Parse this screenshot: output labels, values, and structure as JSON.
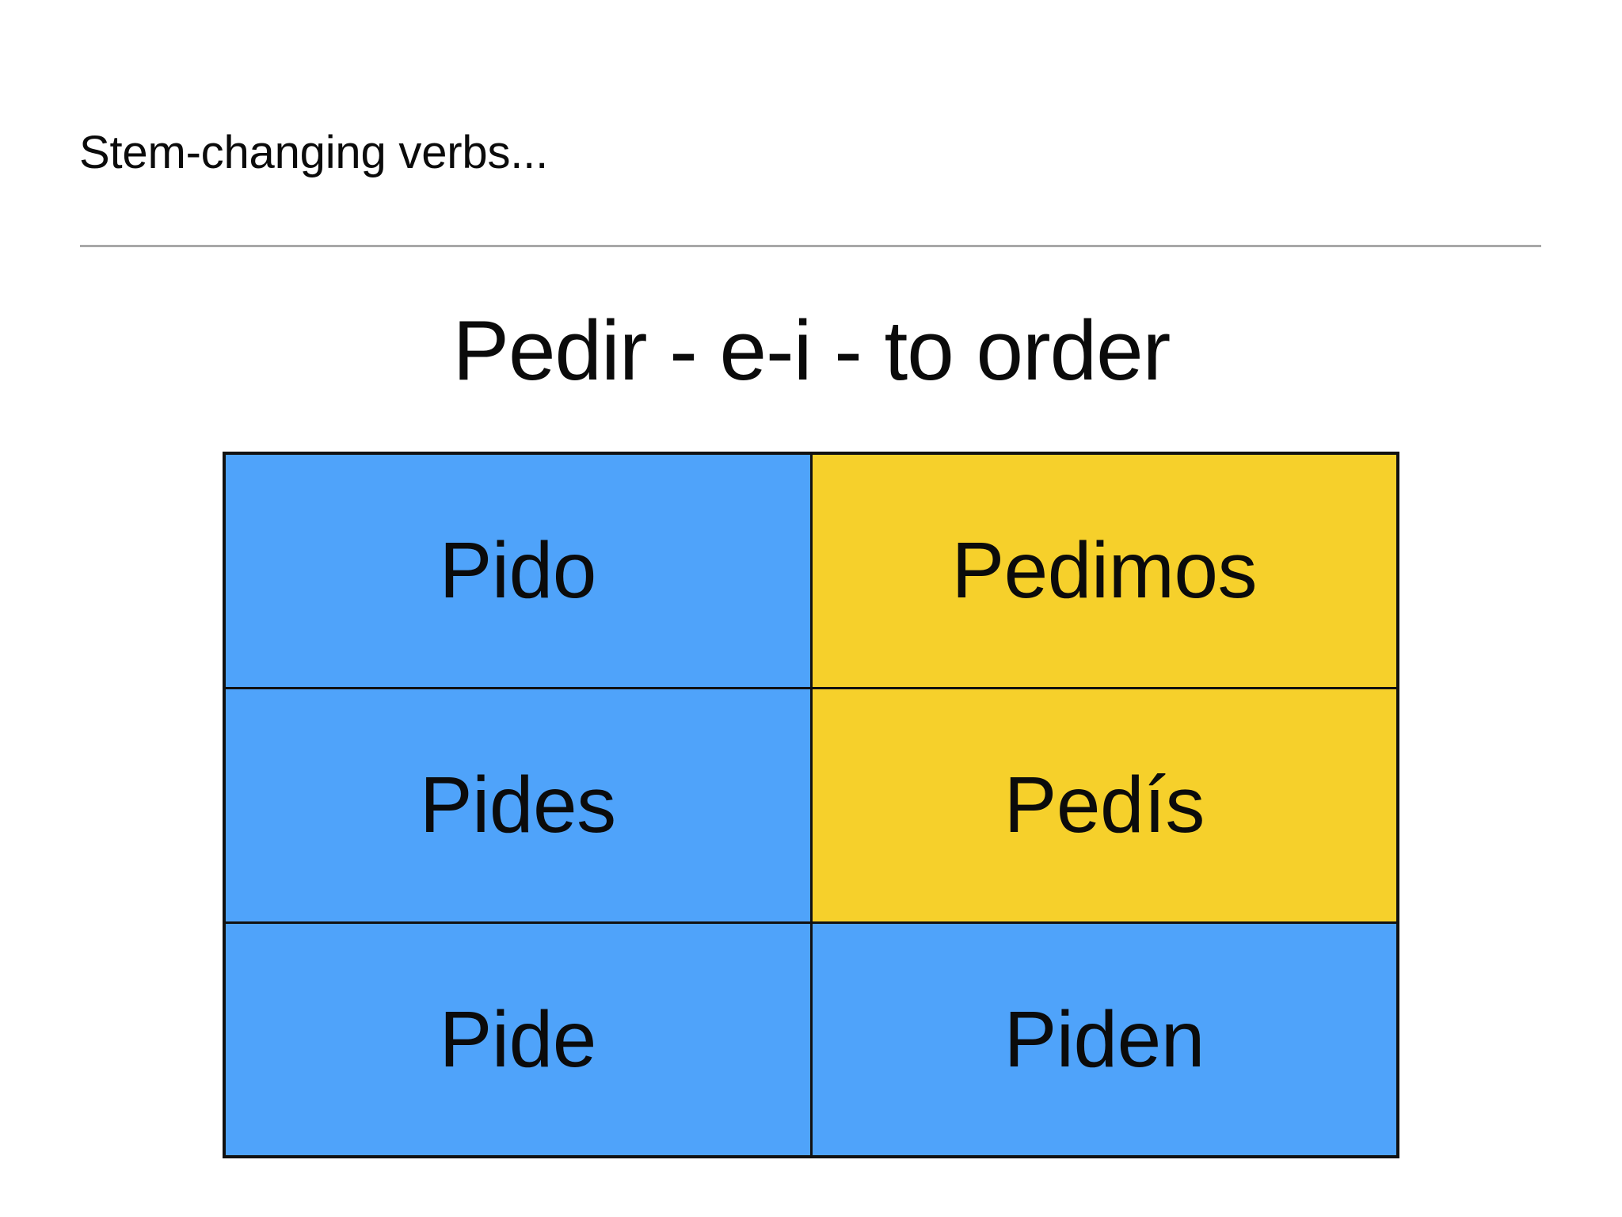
{
  "slide": {
    "header": "Stem-changing verbs...",
    "title": "Pedir - e-i - to order"
  },
  "colors": {
    "blue": "#4fa3fa",
    "yellow": "#f6d02b",
    "border": "#111111",
    "rule": "#a8a8a8",
    "text": "#0b0b0b",
    "background": "#ffffff"
  },
  "conjugation_table": {
    "verb": "Pedir",
    "rows": [
      {
        "singular": {
          "text": "Pido",
          "color": "blue"
        },
        "plural": {
          "text": "Pedimos",
          "color": "yellow"
        }
      },
      {
        "singular": {
          "text": "Pides",
          "color": "blue"
        },
        "plural": {
          "text": "Pedís",
          "color": "yellow"
        }
      },
      {
        "singular": {
          "text": "Pide",
          "color": "blue"
        },
        "plural": {
          "text": "Piden",
          "color": "blue"
        }
      }
    ]
  }
}
